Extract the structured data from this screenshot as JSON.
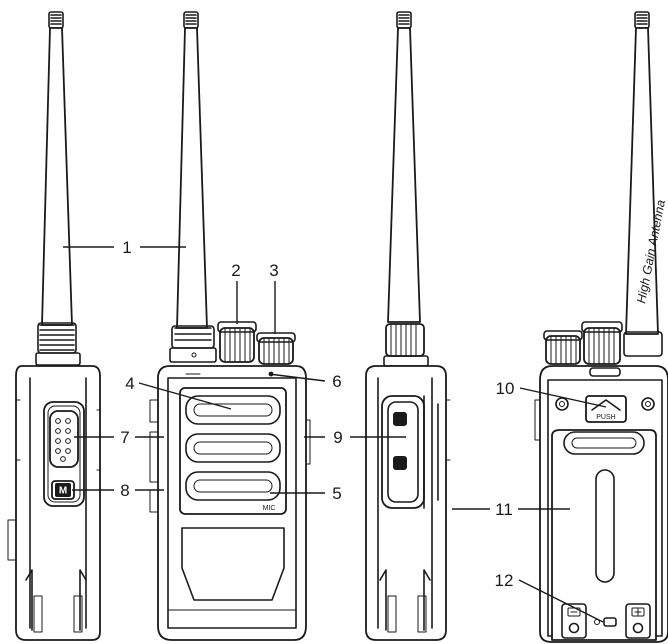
{
  "callouts": {
    "c1": "1",
    "c2": "2",
    "c3": "3",
    "c4": "4",
    "c5": "5",
    "c6": "6",
    "c7": "7",
    "c8": "8",
    "c9": "9",
    "c10": "10",
    "c11": "11",
    "c12": "12"
  },
  "device_markings": {
    "antenna": "High Gain Antenna",
    "mic": "MIC",
    "m_key": "M",
    "clip_release": "PUSH"
  }
}
